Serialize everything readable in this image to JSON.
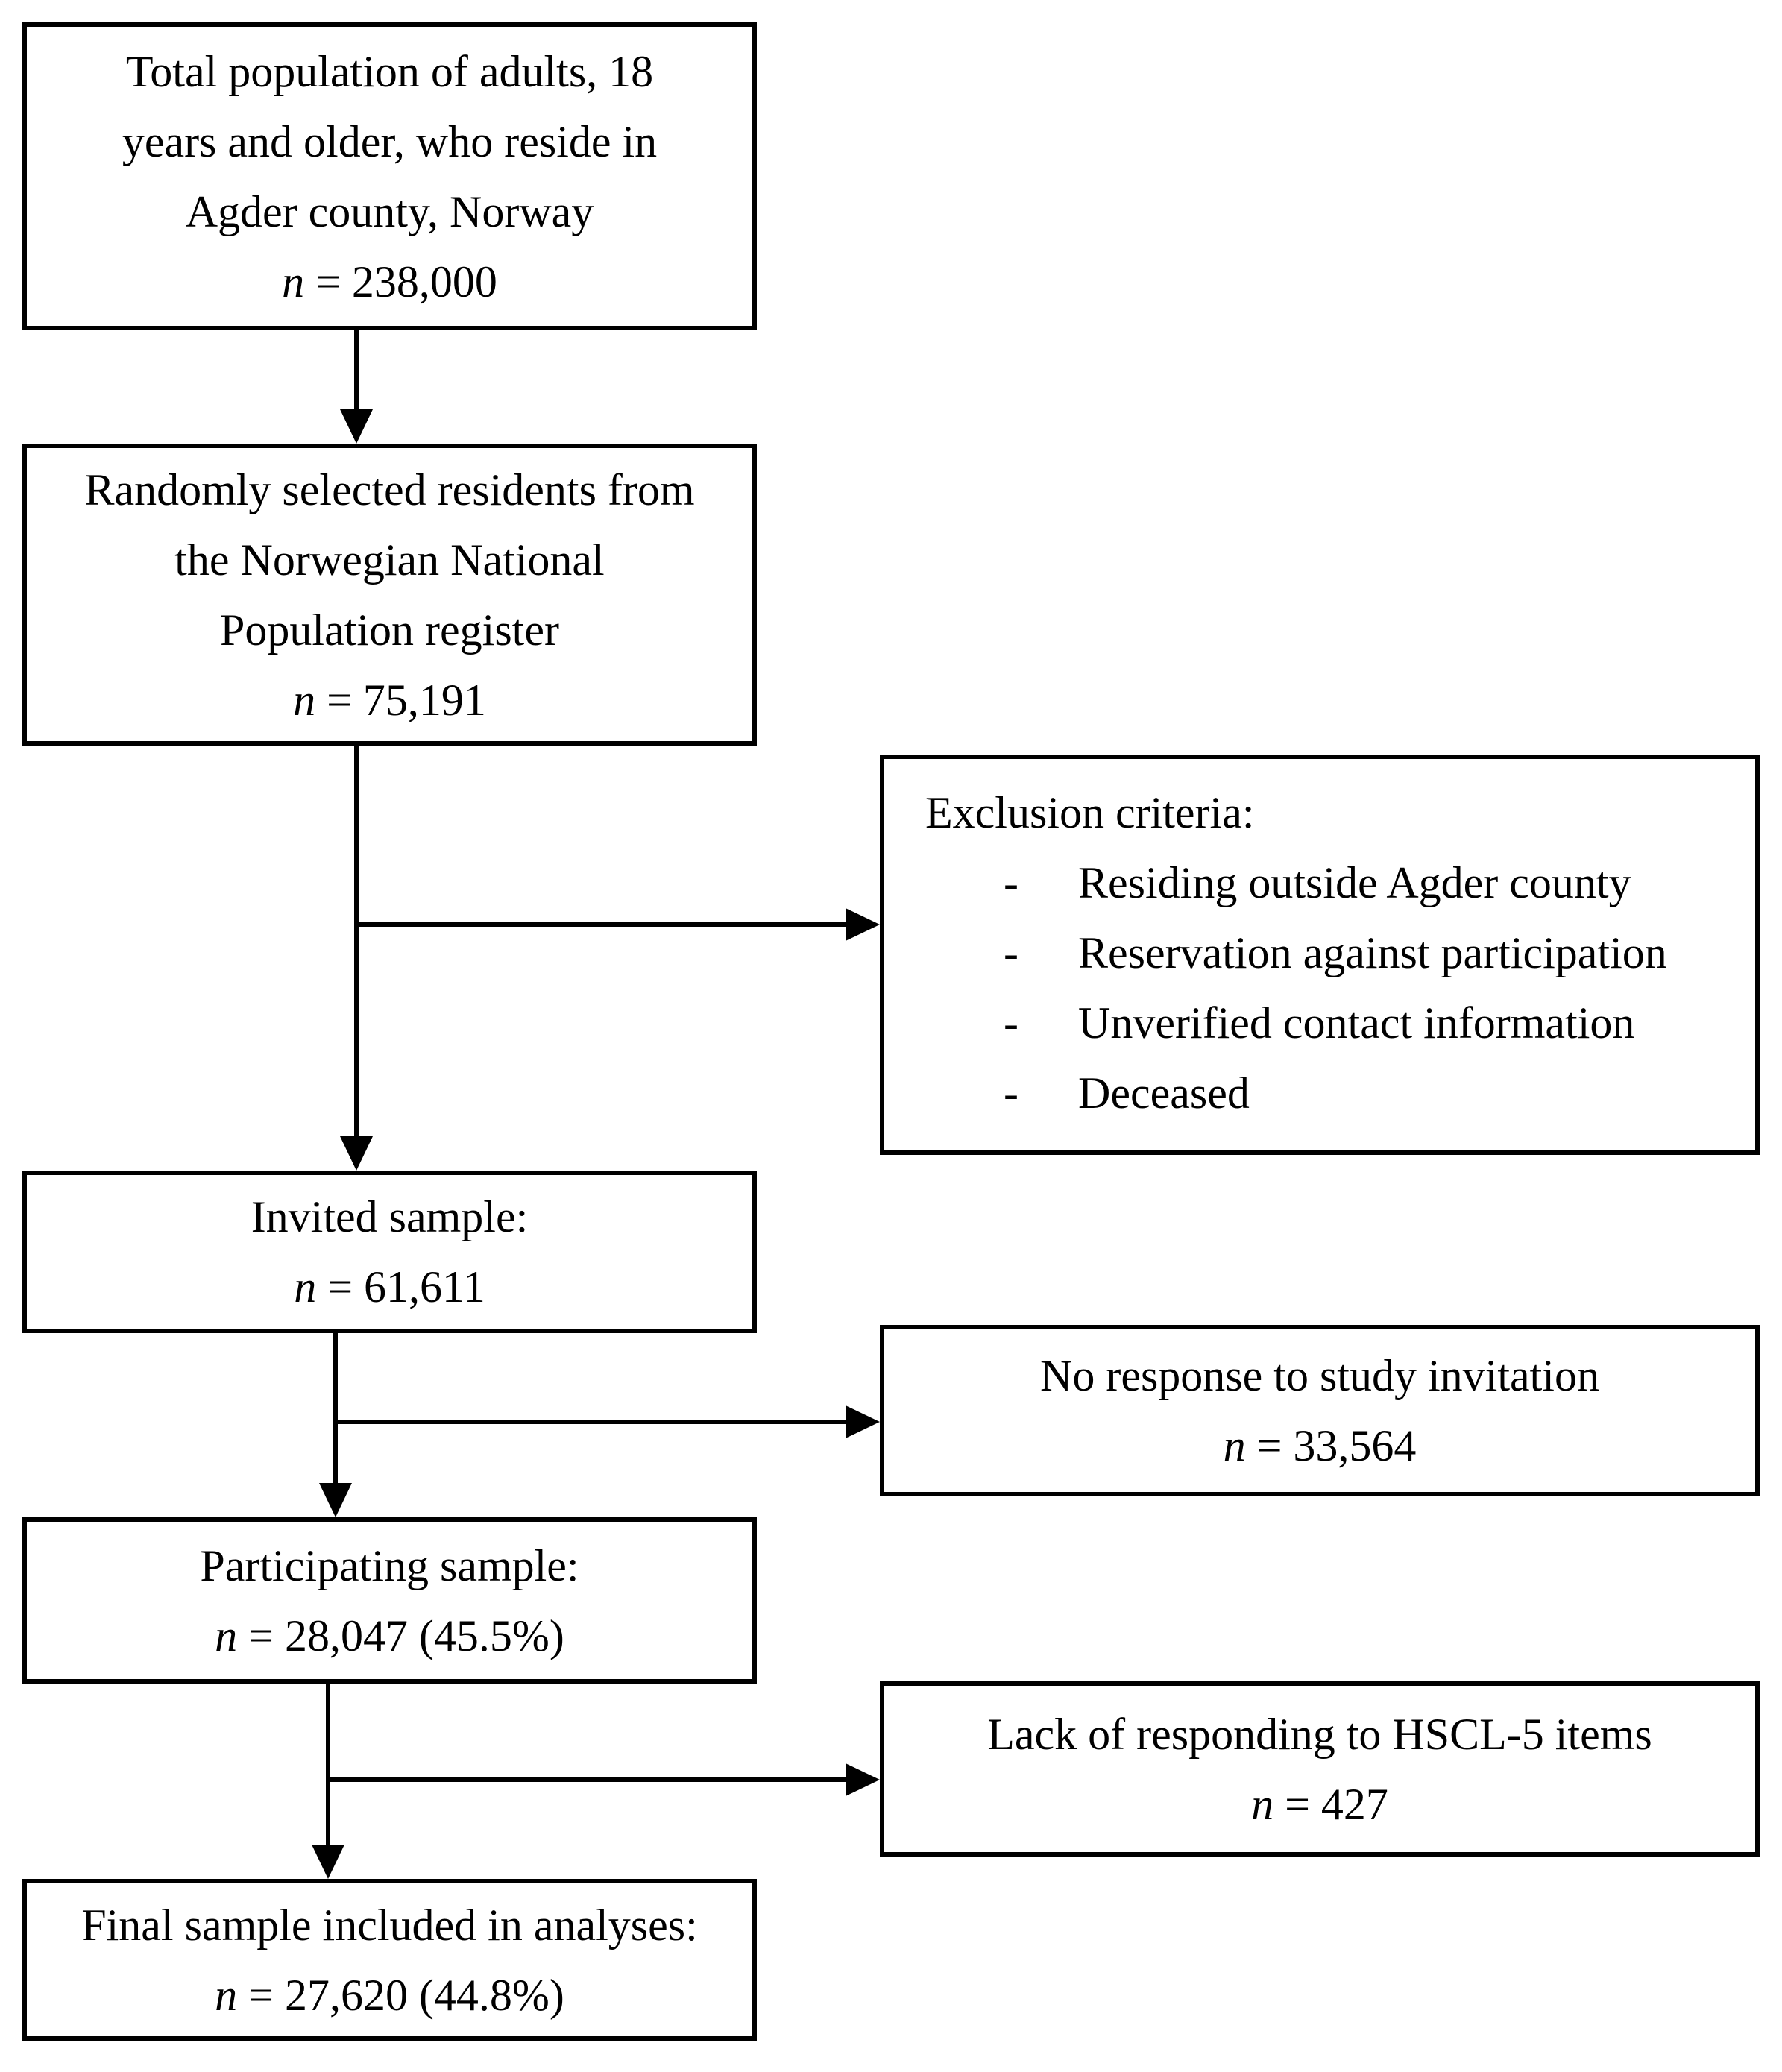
{
  "colors": {
    "background": "#ffffff",
    "line": "#000000",
    "text": "#000000"
  },
  "boxes": {
    "total_population": {
      "line1": "Total population of adults, 18",
      "line2": "years and older, who reside in",
      "line3": "Agder county, Norway",
      "n": "n",
      "n_value": "= 238,000"
    },
    "random_selected": {
      "line1": "Randomly selected residents from",
      "line2": "the Norwegian National",
      "line3": "Population register",
      "n": "n",
      "n_value": "= 75,191"
    },
    "exclusion": {
      "heading": "Exclusion criteria:",
      "dash": "-",
      "items": [
        "Residing outside Agder county",
        "Reservation against participation",
        "Unverified contact information",
        "Deceased"
      ]
    },
    "invited": {
      "label": "Invited sample:",
      "n": "n",
      "n_value": "= 61,611"
    },
    "no_response": {
      "label": "No response to study invitation",
      "n": "n",
      "n_value": "= 33,564"
    },
    "participating": {
      "label": "Participating sample:",
      "n": "n",
      "n_value": "= 28,047 (45.5%)"
    },
    "hscl_missing": {
      "label": "Lack of responding to HSCL-5 items",
      "n": "n",
      "n_value": "= 427"
    },
    "final_sample": {
      "label": "Final sample included in analyses:",
      "n": "n",
      "n_value": "= 27,620 (44.8%)"
    }
  }
}
